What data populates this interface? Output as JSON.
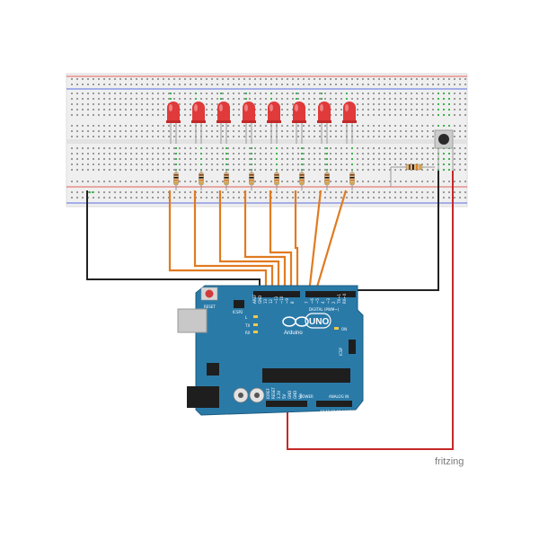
{
  "diagram": {
    "watermark": "fritzing",
    "board": {
      "logo_word": "UNO",
      "brand": "Arduino",
      "labels": {
        "reset": "RESET",
        "icsp2": "ICSP2",
        "icsp": "ICSP",
        "digital": "DIGITAL (PWM~)",
        "power": "POWER",
        "analog": "ANALOG IN",
        "aref": "AREF",
        "gnd": "GND",
        "on": "ON",
        "l": "L",
        "tx": "TX",
        "rx": "RX",
        "ioref": "IOREF",
        "reset_pin": "RESET",
        "v33": "3.3V",
        "v5": "5V",
        "vin": "Vin",
        "a0": "A0",
        "a1": "A1",
        "a2": "A2",
        "a3": "A3",
        "a4": "A4",
        "a5": "A5",
        "d13": "13",
        "d12": "12",
        "d11": "~11",
        "d10": "~10",
        "d9": "~9",
        "d8": "8",
        "d7": "7",
        "d6": "~6",
        "d5": "~5",
        "d4": "4",
        "d3": "~3",
        "d2": "2",
        "tx1": "TX→1",
        "rx0": "RX←0"
      }
    },
    "components": {
      "led_count": 8,
      "resistor_count": 9,
      "pushbutton_count": 1
    },
    "colors": {
      "board": "#2a7aa8",
      "led": "#e03a3a",
      "signal_wire": "#e07b22",
      "ground_wire": "#222222",
      "power_wire": "#c62828",
      "breadboard": "#f1f1f1"
    }
  }
}
